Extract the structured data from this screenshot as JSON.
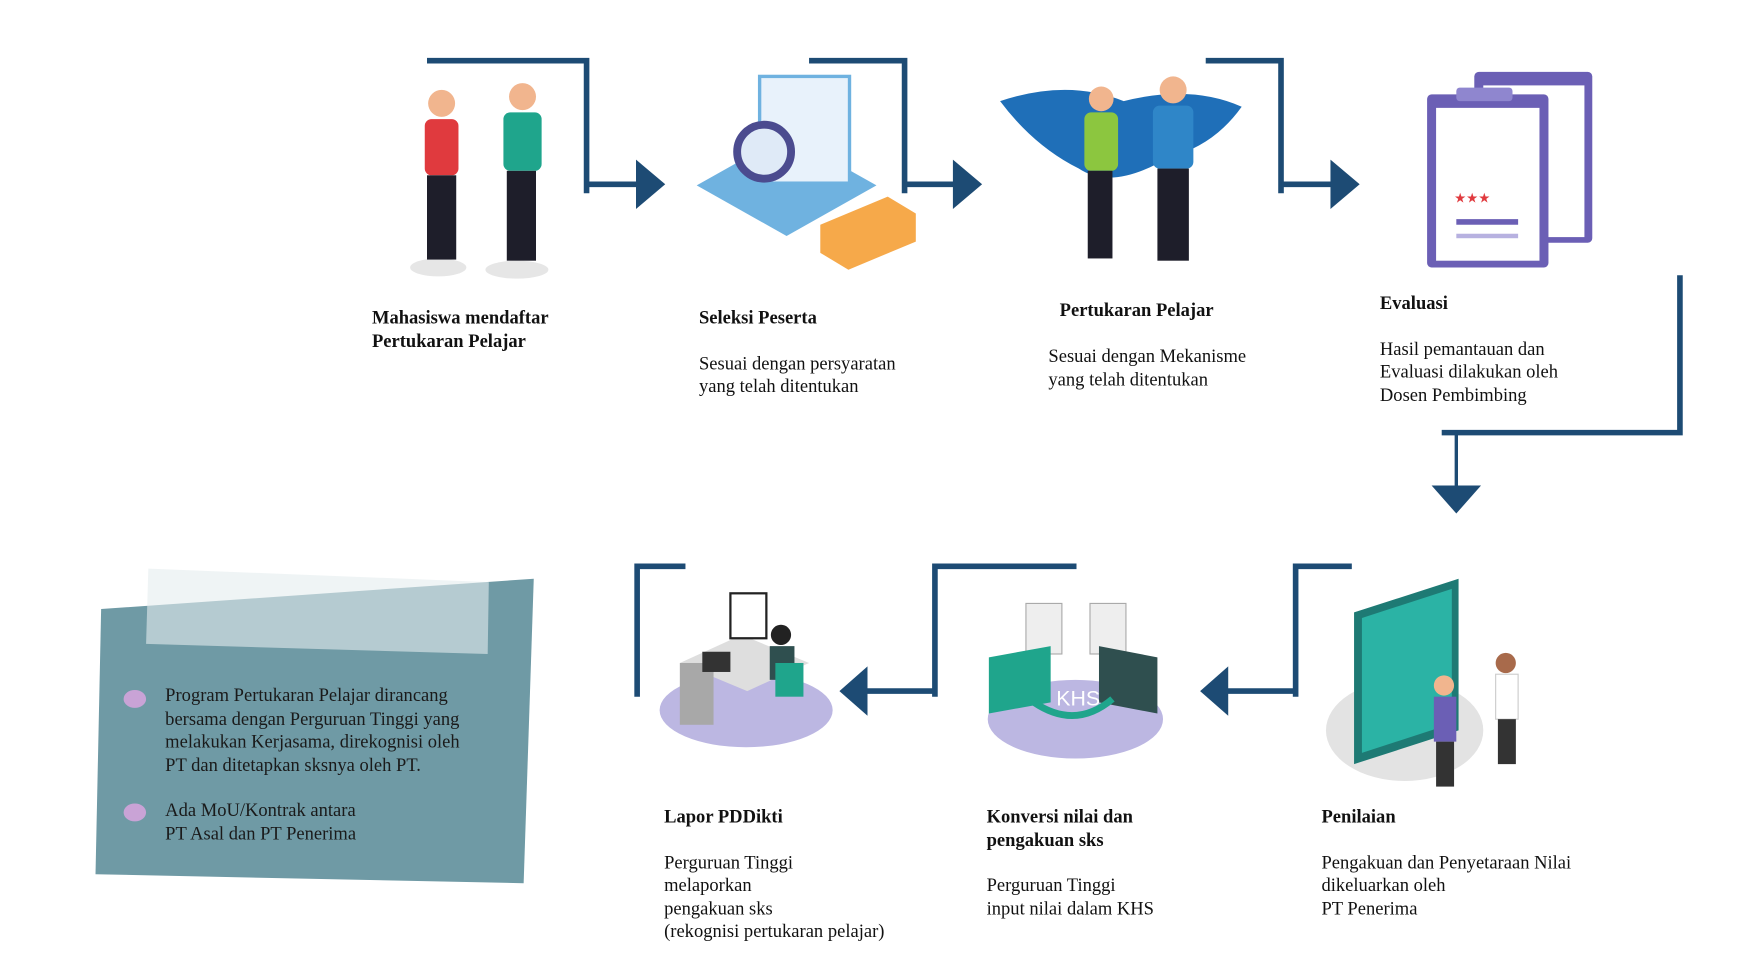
{
  "colors": {
    "flow": "#1d4b74",
    "note": "#6f9aa5",
    "bullet": "#c9a3d6"
  },
  "steps": [
    {
      "title": [
        "Mahasiswa mendaftar",
        "Pertukaran Pelajar"
      ],
      "desc": []
    },
    {
      "title": [
        "Seleksi Peserta"
      ],
      "desc": [
        "Sesuai dengan persyaratan",
        "yang telah ditentukan"
      ]
    },
    {
      "title": [
        "Pertukaran Pelajar"
      ],
      "desc": [
        "Sesuai dengan Mekanisme",
        "yang telah ditentukan"
      ]
    },
    {
      "title": [
        "Evaluasi"
      ],
      "desc": [
        "Hasil pemantauan dan",
        "Evaluasi dilakukan oleh",
        "Dosen Pembimbing"
      ]
    },
    {
      "title": [
        "Penilaian"
      ],
      "desc": [
        "Pengakuan dan Penyetaraan Nilai",
        "dikeluarkan oleh",
        "PT Penerima"
      ]
    },
    {
      "title": [
        "Konversi nilai dan",
        "pengakuan sks"
      ],
      "desc": [
        "Perguruan Tinggi",
        "input nilai dalam KHS"
      ]
    },
    {
      "title": [
        "Lapor PDDikti"
      ],
      "desc": [
        "Perguruan Tinggi",
        "melaporkan",
        "pengakuan sks",
        "(rekognisi pertukaran pelajar)"
      ]
    }
  ],
  "khs_label": "KHS",
  "note": {
    "bullets": [
      [
        "Program Pertukaran Pelajar dirancang",
        "bersama dengan Perguruan Tinggi yang",
        "melakukan Kerjasama, direkognisi oleh",
        "PT dan ditetapkan sksnya oleh PT."
      ],
      [
        "Ada MoU/Kontrak antara",
        "PT Asal dan PT Penerima"
      ]
    ]
  }
}
